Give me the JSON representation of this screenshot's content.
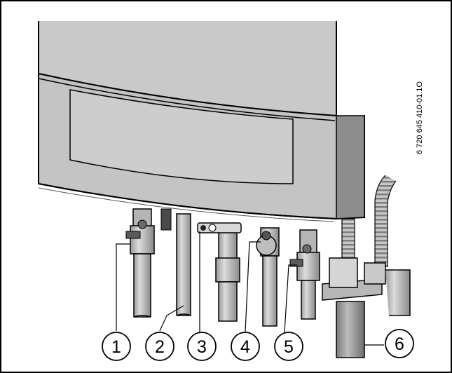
{
  "figure": {
    "document_id": "6 720 645 410-01.1O",
    "callouts": [
      {
        "number": "1",
        "target": "valve-1"
      },
      {
        "number": "2",
        "target": "pipe-2"
      },
      {
        "number": "3",
        "target": "valve-3"
      },
      {
        "number": "4",
        "target": "valve-4"
      },
      {
        "number": "5",
        "target": "valve-5"
      },
      {
        "number": "6",
        "target": "siphon-6"
      }
    ]
  }
}
